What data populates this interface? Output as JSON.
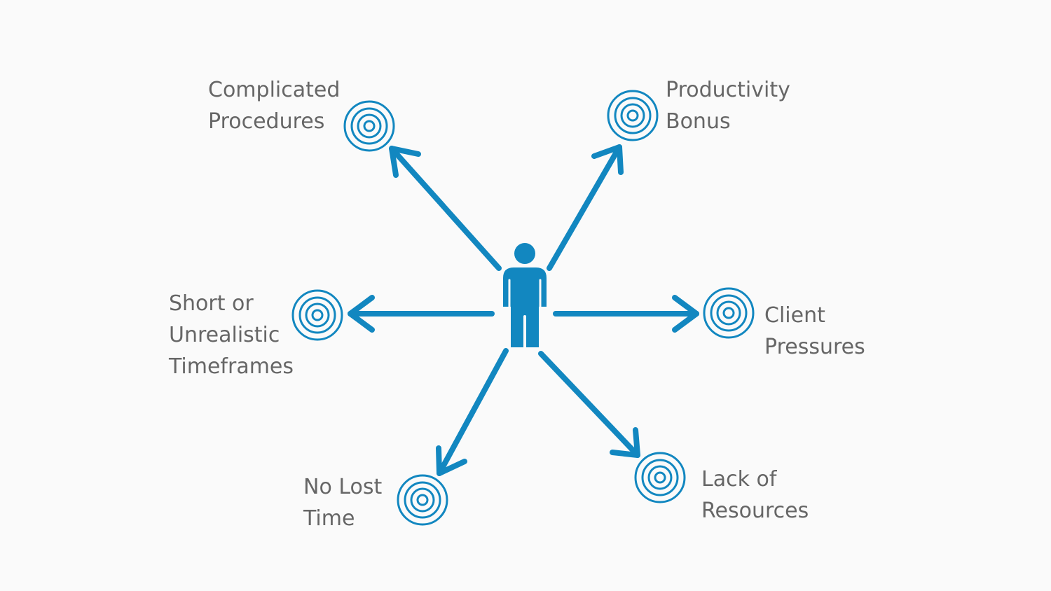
{
  "accent_color": "#1287c0",
  "text_color": "#666666",
  "center": {
    "icon": "person-icon"
  },
  "targets": [
    {
      "id": "complicated-procedures",
      "icon": "target-icon",
      "lines": [
        "Complicated",
        "Procedures"
      ]
    },
    {
      "id": "productivity-bonus",
      "icon": "target-icon",
      "lines": [
        "Productivity",
        "Bonus"
      ]
    },
    {
      "id": "short-timeframes",
      "icon": "target-icon",
      "lines": [
        "Short or",
        "Unrealistic",
        "Timeframes"
      ]
    },
    {
      "id": "client-pressures",
      "icon": "target-icon",
      "lines": [
        "Client",
        "Pressures"
      ]
    },
    {
      "id": "no-lost-time",
      "icon": "target-icon",
      "lines": [
        "No Lost",
        "Time"
      ]
    },
    {
      "id": "lack-of-resources",
      "icon": "target-icon",
      "lines": [
        "Lack of",
        "Resources"
      ]
    }
  ]
}
